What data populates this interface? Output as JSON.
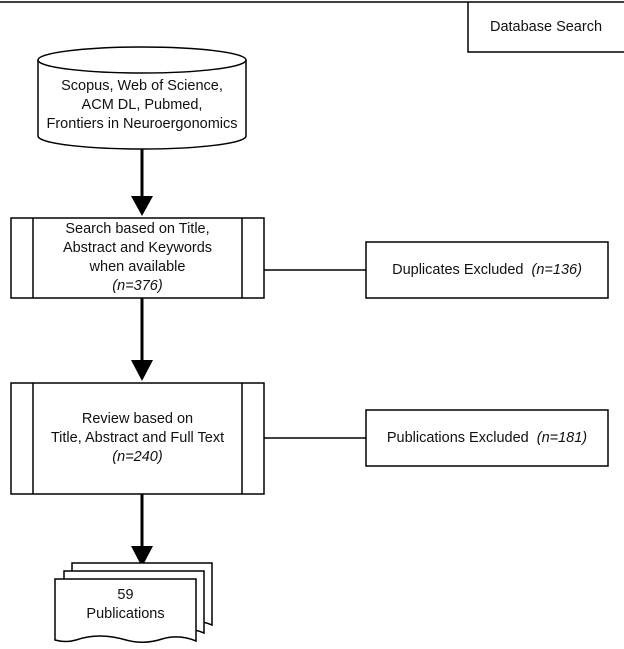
{
  "header": {
    "label": "Database Search"
  },
  "sources": {
    "lines": [
      "Scopus, Web of Science,",
      "ACM DL, Pubmed,",
      "Frontiers in Neuroergonomics"
    ]
  },
  "search_step": {
    "lines": [
      "Search based on Title,",
      "Abstract and Keywords",
      "when available"
    ],
    "count": "(n=376)"
  },
  "duplicates_excluded": {
    "label": "Duplicates Excluded",
    "count": "(n=136)"
  },
  "review_step": {
    "lines": [
      "Review based on",
      "Title, Abstract and Full Text"
    ],
    "count": "(n=240)"
  },
  "publications_excluded": {
    "label": "Publications Excluded",
    "count": "(n=181)"
  },
  "result": {
    "count": "59",
    "label": "Publications"
  },
  "colors": {
    "stroke": "#000000",
    "text": "#111111",
    "background": "#ffffff"
  }
}
